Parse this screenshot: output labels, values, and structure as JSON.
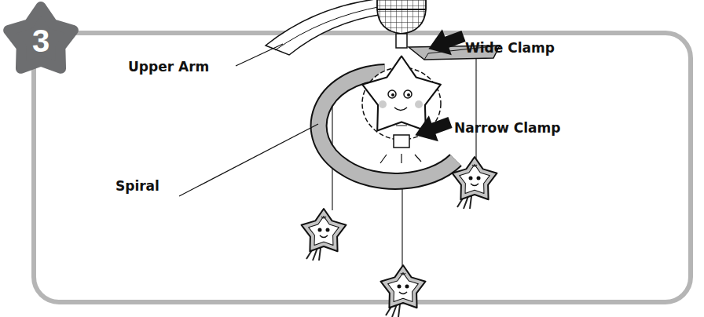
{
  "diagram": {
    "labels": [
      "3",
      "Upper Arm",
      "Wide Clamp",
      "Narrow Clamp",
      "Spiral"
    ]
  }
}
